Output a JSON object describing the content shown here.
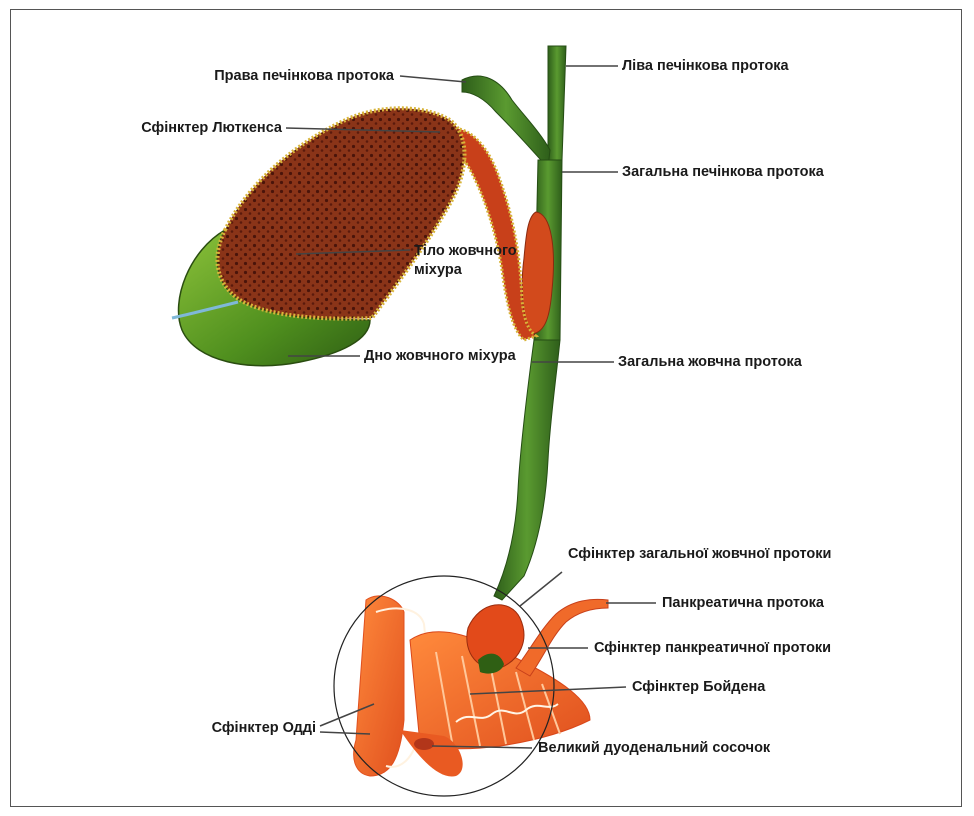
{
  "diagram": {
    "labels": {
      "right_hepatic_duct": "Права печінкова протока",
      "left_hepatic_duct": "Ліва печінкова протока",
      "sphincter_lutkens": "Сфінктер Люткенса",
      "common_hepatic_duct": "Загальна печінкова протока",
      "gallbladder_body": "Тіло жовчного міхура",
      "gallbladder_fundus": "Дно жовчного міхура",
      "common_bile_duct": "Загальна жовчна протока",
      "sphincter_common_bile_duct": "Сфінктер загальної жовчної протоки",
      "pancreatic_duct": "Панкреатична протока",
      "sphincter_pancreatic_duct": "Сфінктер панкреатичної протоки",
      "sphincter_boyden": "Сфінктер Бойдена",
      "sphincter_oddi": "Сфінктер Одді",
      "major_duodenal_papilla": "Великий дуоденальний сосочок"
    },
    "colors": {
      "duct_green": "#3f7a25",
      "gallbladder_brown": "#7a2a14",
      "fundus_green": "#6aa52a",
      "duodenum_orange": "#f06a2a",
      "border_yellow": "#d8b43a",
      "leader_line": "#444444"
    }
  }
}
